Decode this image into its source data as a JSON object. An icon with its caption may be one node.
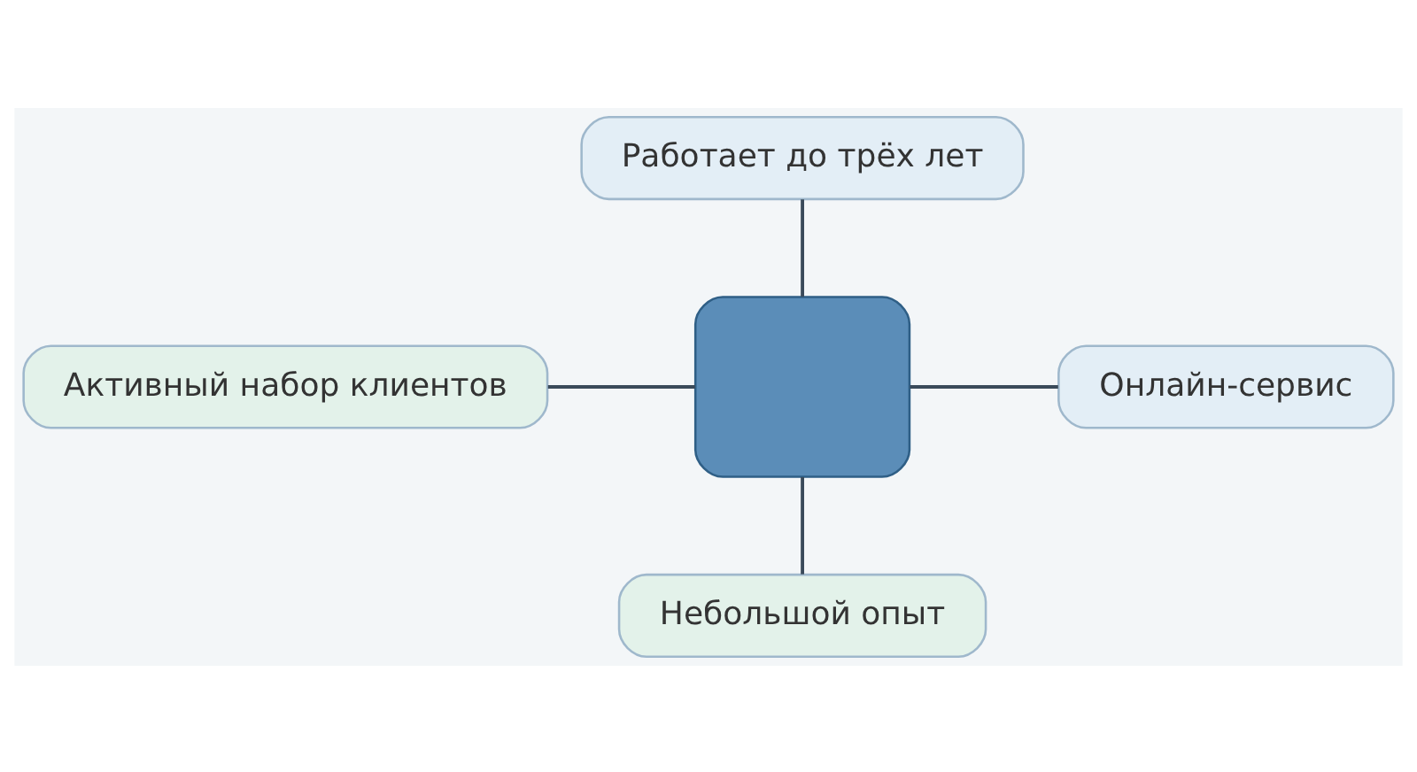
{
  "diagram": {
    "nodes": [
      {
        "text": [
          "Работает до трёх лет"
        ]
      },
      {
        "text": [
          "Активный набор клиентов"
        ]
      },
      {
        "text": [],
        "shape": "box"
      },
      {
        "text": [
          "Онлайн-сервис"
        ]
      },
      {
        "text": [
          "Небольшой опыт"
        ]
      }
    ],
    "edges": [
      {
        "from": 0,
        "to": 2,
        "arrow": "none"
      },
      {
        "from": 1,
        "to": 2,
        "arrow": "none"
      },
      {
        "from": 2,
        "to": 3,
        "arrow": "none"
      },
      {
        "from": 2,
        "to": 4,
        "arrow": "none"
      }
    ]
  }
}
